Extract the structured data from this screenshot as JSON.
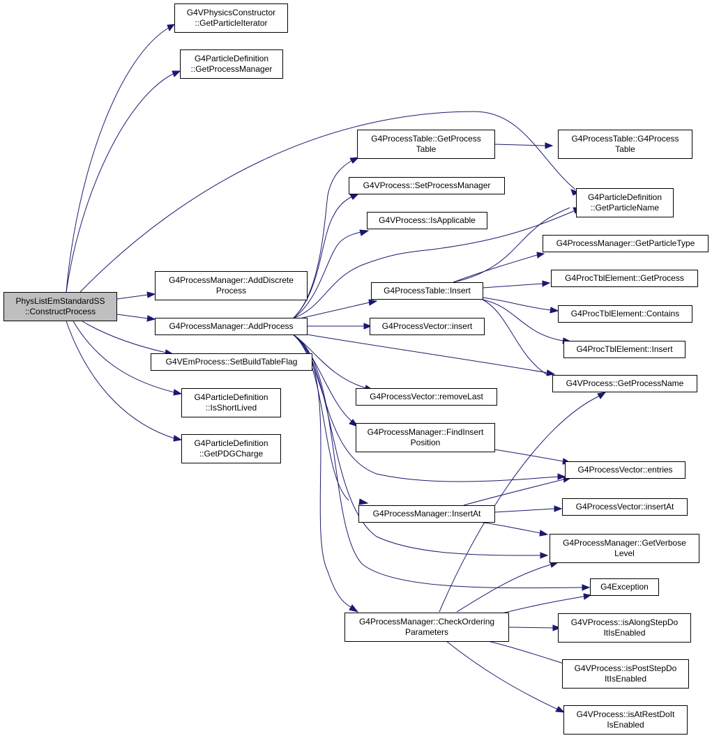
{
  "colors": {
    "edge": "#191970",
    "root_fill": "#bfbfbf",
    "node_fill": "#ffffff",
    "border": "#000000"
  },
  "nodes": {
    "root": "PhysListEmStandardSS\n::ConstructProcess",
    "getParticleIterator": "G4VPhysicsConstructor\n::GetParticleIterator",
    "getProcessManager": "G4ParticleDefinition\n::GetProcessManager",
    "addDiscreteProcess": "G4ProcessManager::AddDiscrete\nProcess",
    "addProcess": "G4ProcessManager::AddProcess",
    "setBuildTableFlag": "G4VEmProcess::SetBuildTableFlag",
    "isShortLived": "G4ParticleDefinition\n::IsShortLived",
    "getPDGCharge": "G4ParticleDefinition\n::GetPDGCharge",
    "getProcessTable": "G4ProcessTable::GetProcess\nTable",
    "setProcessManager": "G4VProcess::SetProcessManager",
    "isApplicable": "G4VProcess::IsApplicable",
    "ptInsert": "G4ProcessTable::Insert",
    "pvInsert": "G4ProcessVector::insert",
    "removeLast": "G4ProcessVector::removeLast",
    "findInsertPosition": "G4ProcessManager::FindInsert\nPosition",
    "insertAt": "G4ProcessManager::InsertAt",
    "checkOrdering": "G4ProcessManager::CheckOrdering\nParameters",
    "processTableCtor": "G4ProcessTable::G4Process\nTable",
    "getParticleName": "G4ParticleDefinition\n::GetParticleName",
    "getParticleType": "G4ProcessManager::GetParticleType",
    "ptblGetProcess": "G4ProcTblElement::GetProcess",
    "ptblContains": "G4ProcTblElement::Contains",
    "ptblInsert": "G4ProcTblElement::Insert",
    "getProcessName": "G4VProcess::GetProcessName",
    "entries": "G4ProcessVector::entries",
    "pvInsertAt": "G4ProcessVector::insertAt",
    "getVerboseLevel": "G4ProcessManager::GetVerbose\nLevel",
    "g4Exception": "G4Exception",
    "isAlongStep": "G4VProcess::isAlongStepDo\nItIsEnabled",
    "isPostStep": "G4VProcess::isPostStepDo\nItIsEnabled",
    "isAtRest": "G4VProcess::isAtRestDoIt\nIsEnabled"
  }
}
